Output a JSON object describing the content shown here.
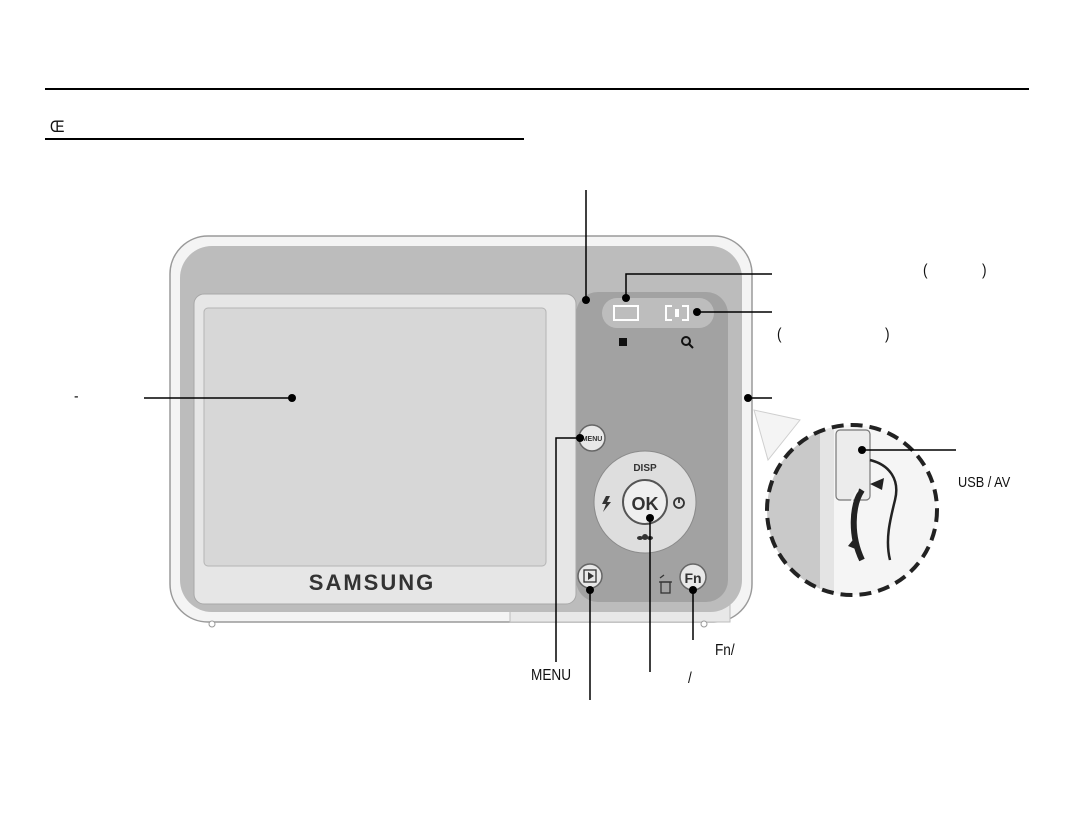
{
  "header": {
    "section_mark": "Œ"
  },
  "camera": {
    "brand": "SAMSUNG"
  },
  "buttons": {
    "menu": "MENU",
    "disp": "DISP",
    "ok": "OK",
    "fn": "Fn"
  },
  "callouts": {
    "top_right_paren_open": "(",
    "top_right_paren_close": ")",
    "zoom_paren_open": "(",
    "zoom_paren_close": ")",
    "lcd_dash": "-",
    "usb_av": "USB / AV",
    "fn_label": "Fn/",
    "menu_label": "MENU",
    "ok_slash": "/"
  },
  "colors": {
    "body_outer": "#f2f2f2",
    "body_mid": "#bdbdbd",
    "panel": "#a3a3a3",
    "screen": "#d9d9d9",
    "line": "#000000"
  }
}
